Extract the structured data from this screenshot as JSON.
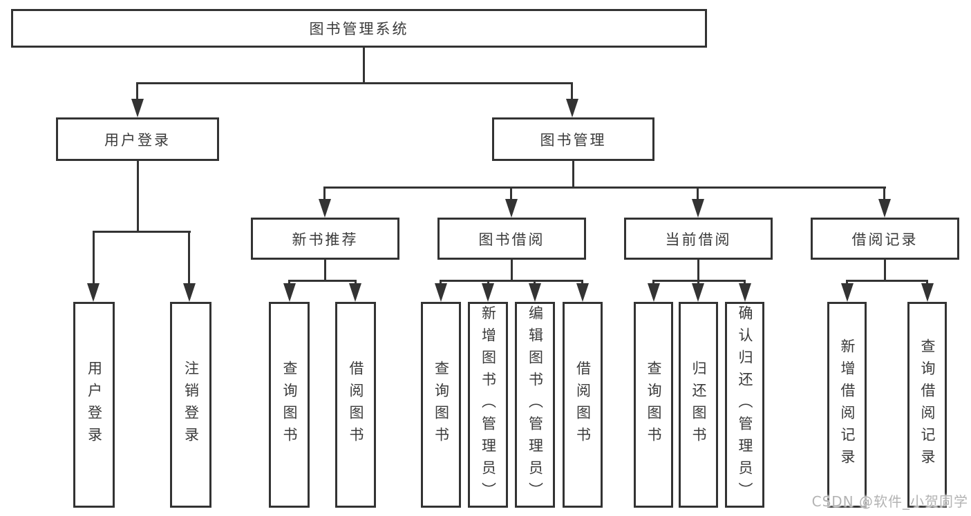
{
  "colors": {
    "line": "#333333",
    "text": "#3a3a3a",
    "background": "#ffffff",
    "watermark": "#b3b3b3"
  },
  "watermark": {
    "text": "CSDN @软件_小贺同学"
  },
  "tree": {
    "root": {
      "label": "图书管理系统"
    },
    "branches": [
      {
        "label": "用户登录",
        "children": [
          {
            "label": "用户登录"
          },
          {
            "label": "注销登录"
          }
        ]
      },
      {
        "label": "图书管理",
        "children": [
          {
            "label": "新书推荐",
            "children": [
              {
                "label": "查询图书"
              },
              {
                "label": "借阅图书"
              }
            ]
          },
          {
            "label": "图书借阅",
            "children": [
              {
                "label": "查询图书"
              },
              {
                "label": "新增图书（管理员）"
              },
              {
                "label": "编辑图书（管理员）"
              },
              {
                "label": "借阅图书"
              }
            ]
          },
          {
            "label": "当前借阅",
            "children": [
              {
                "label": "查询图书"
              },
              {
                "label": "归还图书"
              },
              {
                "label": "确认归还（管理员）"
              }
            ]
          },
          {
            "label": "借阅记录",
            "children": [
              {
                "label": "新增借阅记录"
              },
              {
                "label": "查询借阅记录"
              }
            ]
          }
        ]
      }
    ]
  }
}
